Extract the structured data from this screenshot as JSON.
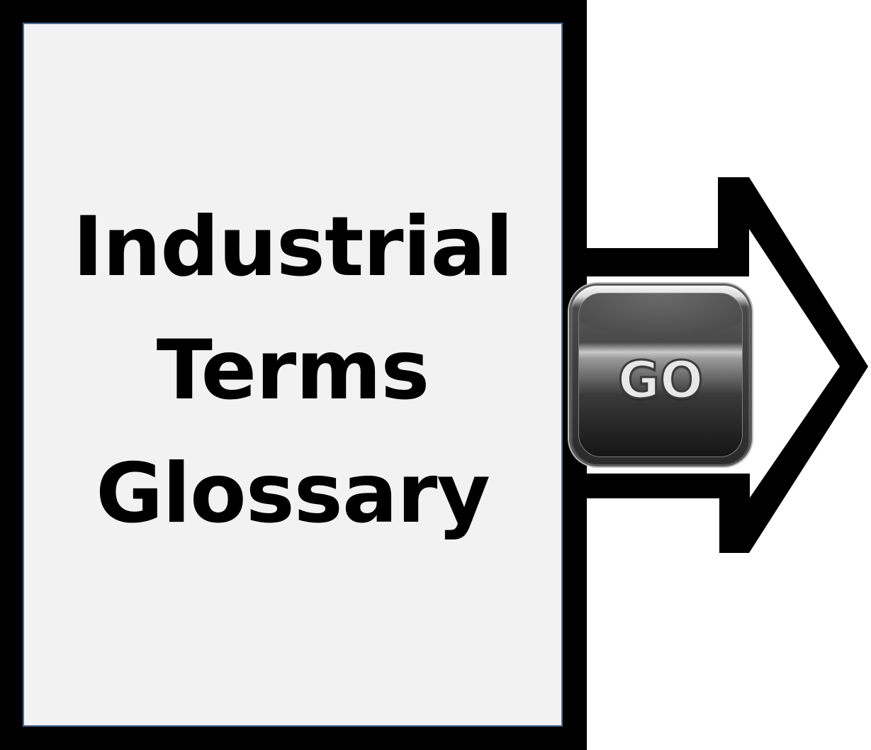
{
  "title": {
    "line1": "Industrial",
    "line2": "Terms",
    "line3": "Glossary"
  },
  "go_button": {
    "label": "GO"
  },
  "colors": {
    "frame": "#000000",
    "panel": "#f2f2f2",
    "panel_border": "#4f6b95"
  }
}
